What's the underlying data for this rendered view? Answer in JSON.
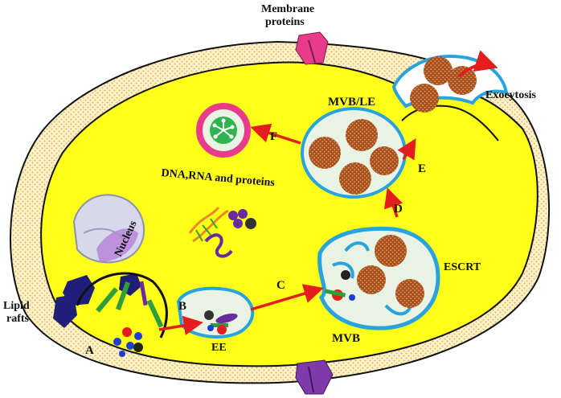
{
  "labels": {
    "membrane_proteins_line1": "Membrane",
    "membrane_proteins_line2": "proteins",
    "exocytosis": "Exocytosis",
    "mvb_le": "MVB/LE",
    "step_f": "F",
    "step_e": "E",
    "step_d": "D",
    "step_c": "C",
    "step_b": "B",
    "step_a": "A",
    "dna_rna_proteins": "DNA,RNA and proteins",
    "nucleus": "Nucleus",
    "escrt": "ESCRT",
    "lipid_line1": "Lipid",
    "lipid_line2": "rafts",
    "mvb": "MVB",
    "ee": "EE"
  },
  "colors": {
    "membrane_fill": "#fdf3cf",
    "membrane_dots": "#e8b447",
    "cytoplasm": "#ffff1a",
    "outline": "#111111",
    "vesicle_fill": "#e9f3e4",
    "vesicle_border": "#29a3dd",
    "exosome_brown": "#a6501f",
    "exosome_dots": "#e39a5b",
    "arrow_red": "#e41d1d",
    "rafts_navy": "#1f1f7a",
    "protein_magenta": "#e83b8c",
    "green_lipid": "#2f9e3a",
    "purple": "#6a2aa0"
  }
}
